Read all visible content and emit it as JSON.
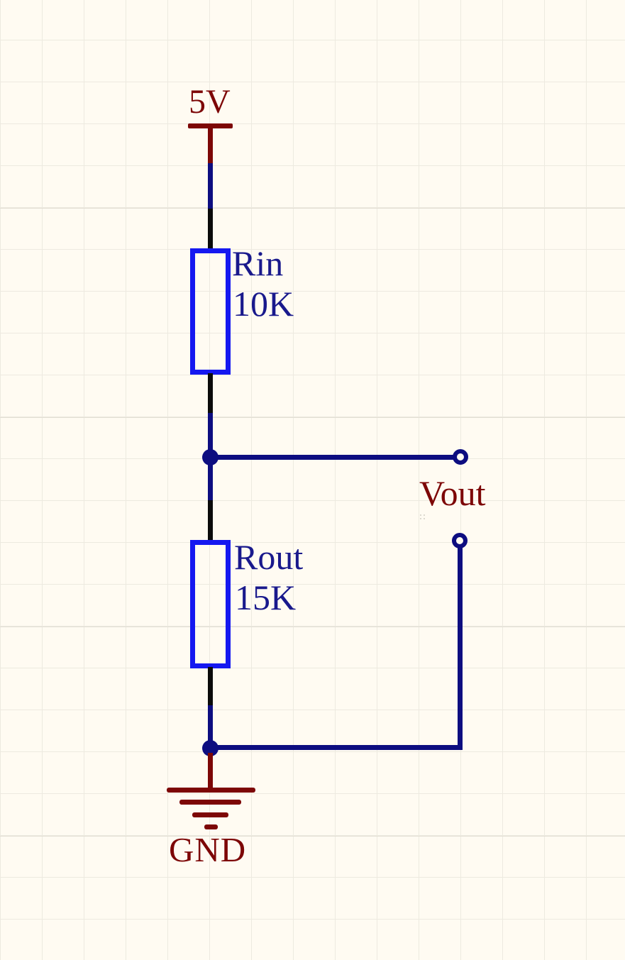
{
  "schematic": {
    "power_port": {
      "label": "5V"
    },
    "resistor_rin": {
      "designator": "Rin",
      "value": "10K"
    },
    "resistor_rout": {
      "designator": "Rout",
      "value": "15K"
    },
    "output": {
      "label": "Vout"
    },
    "ground": {
      "label": "GND"
    },
    "colors": {
      "background": "#FFFBF2",
      "grid": "#EDEAE0",
      "grid_major": "#E2DFD4",
      "maroon": "#7D0707",
      "wire_navy": "#0D0D80",
      "text_navy": "#19198C",
      "resistor_blue": "#1518F0",
      "pin_black": "#0B0B0B",
      "marker_gray": "#DCD9CF"
    }
  }
}
